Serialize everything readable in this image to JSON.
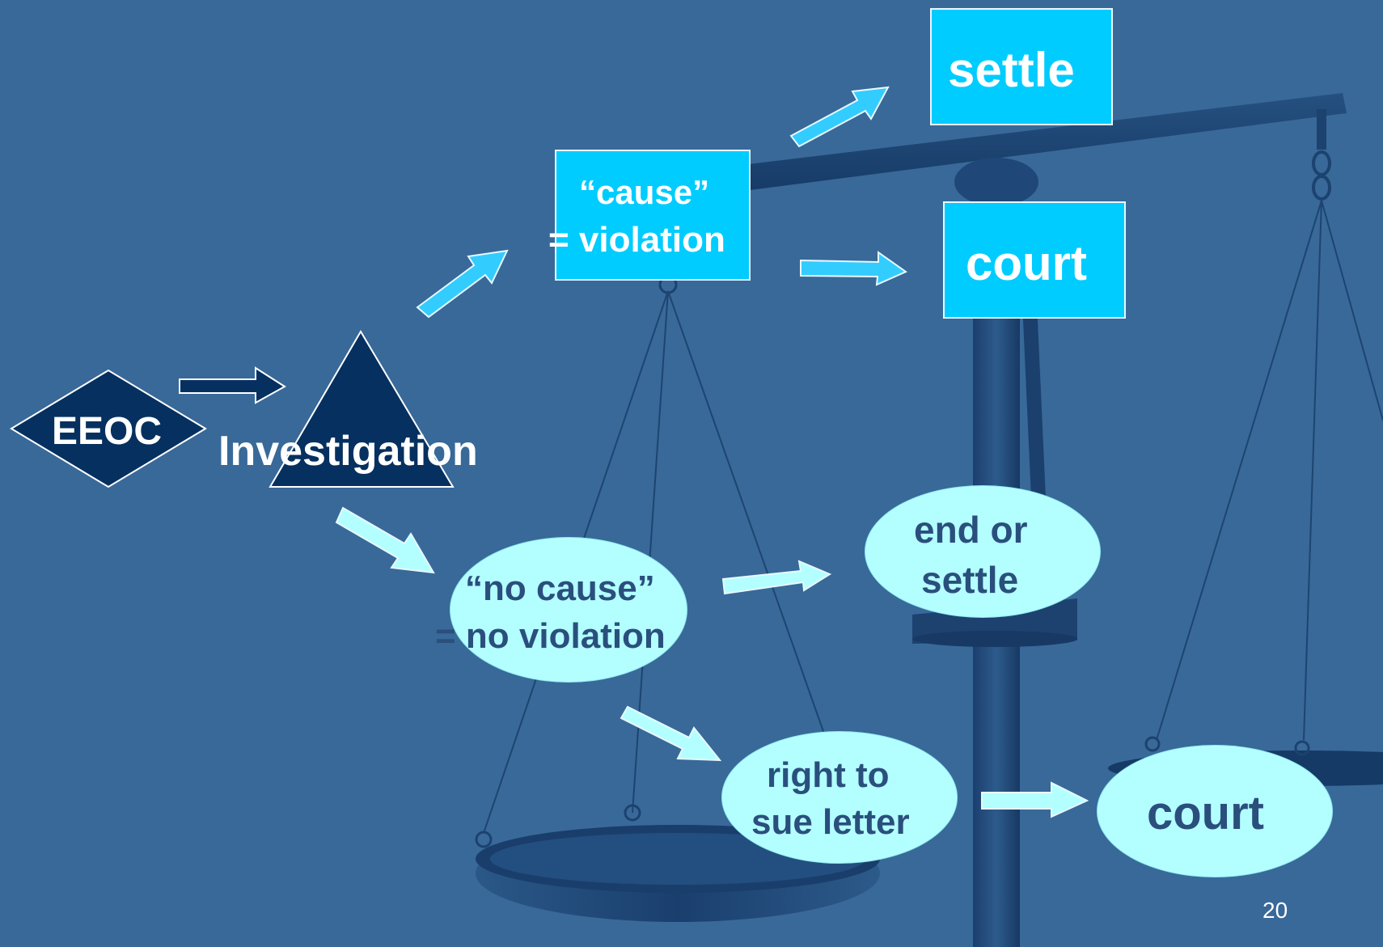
{
  "colors": {
    "background": "#386999",
    "dark_node": "#06305f",
    "cause_box": "#00ccff",
    "no_cause_ellipse": "#b3ffff",
    "cause_arrow": "#33ccff",
    "no_cause_arrow": "#b3ffff",
    "dark_text": "#2a4f7d",
    "light_text": "#ffffff"
  },
  "nodes": {
    "eeoc": "EEOC",
    "investigation": "Investigation",
    "cause_line1": "“cause”",
    "cause_line2": "= violation",
    "settle": "settle",
    "court_top": "court",
    "no_cause_line1": "“no cause”",
    "no_cause_line2": "= no violation",
    "end_or_settle_line1": "end or",
    "end_or_settle_line2": "settle",
    "right_to_sue_line1": "right to",
    "right_to_sue_line2": "sue letter",
    "court_bottom": "court"
  },
  "footer": {
    "page_number": "20"
  }
}
